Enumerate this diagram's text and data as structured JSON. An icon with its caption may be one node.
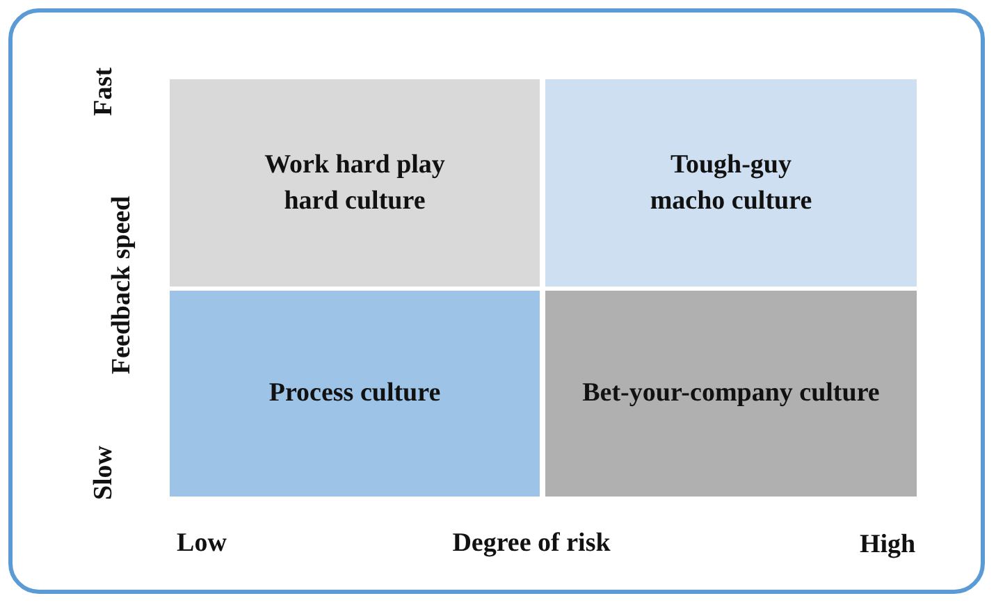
{
  "diagram": {
    "nodes": [
      {
        "text": [
          "Work hard play hard culture"
        ]
      },
      {
        "text": [
          "Tough-guy macho culture"
        ]
      },
      {
        "text": [
          "Process culture"
        ]
      },
      {
        "text": [
          "Bet-your-company culture"
        ]
      }
    ],
    "labels": [
      "Fast",
      "Feedback speed",
      "Slow",
      "Low",
      "Degree of risk",
      "High"
    ]
  }
}
